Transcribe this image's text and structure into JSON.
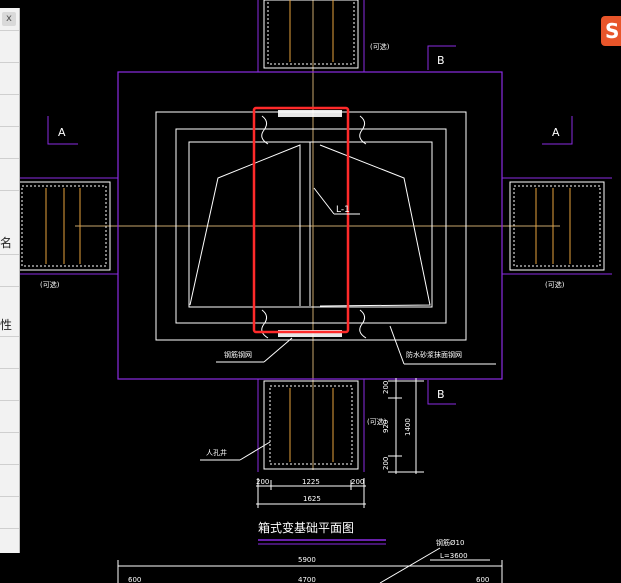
{
  "labels": {
    "section_a": "A",
    "section_b": "B",
    "beam_tag": "L-1",
    "note_top": "(可选)",
    "note_left": "(可选)",
    "note_right": "(可选)",
    "note_bottom": "(可选)",
    "callout_left": "钢筋钢网",
    "callout_right": "防水砂浆抹面钢网",
    "manhole": "人孔井",
    "title": "箱式变基础平面图",
    "rebar_note": "钢筋Ø10"
  },
  "dimensions": {
    "bottom_left": "200",
    "bottom_mid": "1225",
    "bottom_right": "200",
    "bottom_total": "1625",
    "side_top": "200",
    "side_mid": "920",
    "side_bottom": "200",
    "side_total": "1400",
    "overall_width": "5900",
    "beam_length": "L=3600",
    "lower_left": "600",
    "lower_mid": "4700",
    "lower_right": "600"
  },
  "side_panel": {
    "close_glyph": "x",
    "tab_1": "名",
    "tab_2": "性"
  },
  "logo_text": "S",
  "colors": {
    "background": "#000000",
    "outline_purple": "#8a2be2",
    "outline_white": "#ffffff",
    "rebar_orange": "#e6a23c",
    "centerline": "#c8a66b",
    "selection_red": "#ff2a2a"
  }
}
